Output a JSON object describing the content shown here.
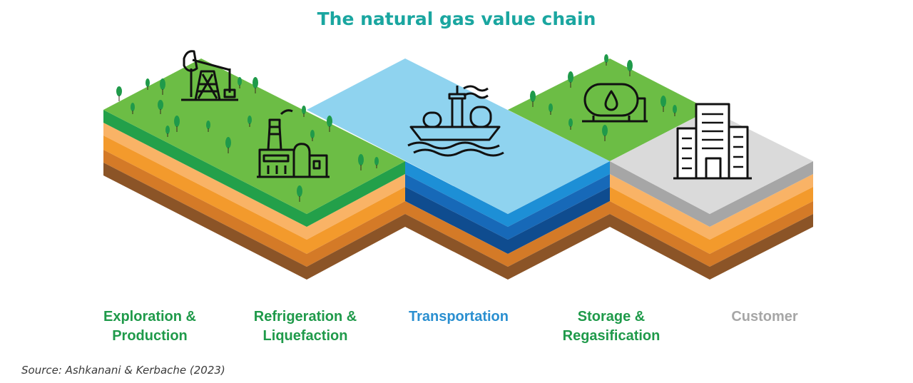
{
  "title": "The natural gas value chain",
  "stages": [
    {
      "line1": "Exploration &",
      "line2": "Production",
      "color": "#1f9a4a"
    },
    {
      "line1": "Refrigeration &",
      "line2": "Liquefaction",
      "color": "#1f9a4a"
    },
    {
      "line1": "Transportation",
      "line2": "",
      "color": "#2a8fd0"
    },
    {
      "line1": "Storage &",
      "line2": "Regasification",
      "color": "#1f9a4a"
    },
    {
      "line1": "Customer",
      "line2": "",
      "color": "#a6a6a6"
    }
  ],
  "source": "Source: Ashkanani & Kerbache (2023)",
  "colors": {
    "title": "#1aa6a0",
    "grass": "#6cbd45",
    "grass_edge": "#23a04a",
    "water_top": "#8fd3ef",
    "water_layers": [
      "#1d8fd6",
      "#1769b8",
      "#0f4c8f"
    ],
    "ground_layers": [
      "#f9b366",
      "#f39a2c",
      "#d47a27",
      "#8b5427"
    ],
    "customer_top": "#dadada",
    "customer_edge": "#a6a6a6"
  },
  "icons": [
    "pumpjack-icon",
    "factory-icon",
    "tanker-ship-icon",
    "storage-tank-icon",
    "building-icon",
    "tree-icon"
  ]
}
